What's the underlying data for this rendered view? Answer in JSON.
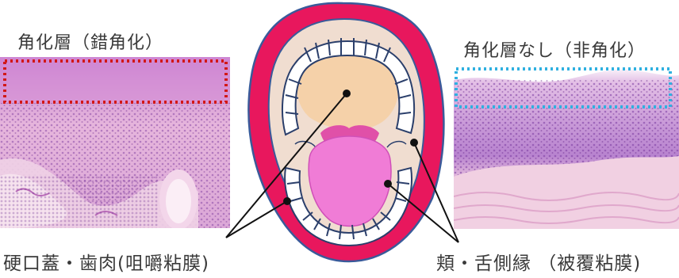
{
  "labels": {
    "keratinized": "角化層（錯角化）",
    "non_keratinized": "角化層なし（非角化）",
    "masticatory_mucosa": "硬口蓋・歯肉(咀嚼粘膜)",
    "lining_mucosa": "頬・舌側縁 （被覆粘膜)"
  },
  "colors": {
    "lip_red": "#e8175d",
    "lip_outline": "#3a5a9a",
    "mouth_inner": "#f0ddd0",
    "palate_tint": "#f6cfa2",
    "tongue_pink": "#f07cd6",
    "throat": "#e050a8",
    "keratin_box": "#d21818",
    "nonkeratin_box": "#2fb0e0",
    "tissue_light": "#e8b8dc",
    "tissue_dark": "#b070c0"
  },
  "icons": {
    "upper_teeth": "upper-teeth-arch",
    "lower_teeth": "lower-teeth-arch",
    "tongue": "tongue"
  }
}
